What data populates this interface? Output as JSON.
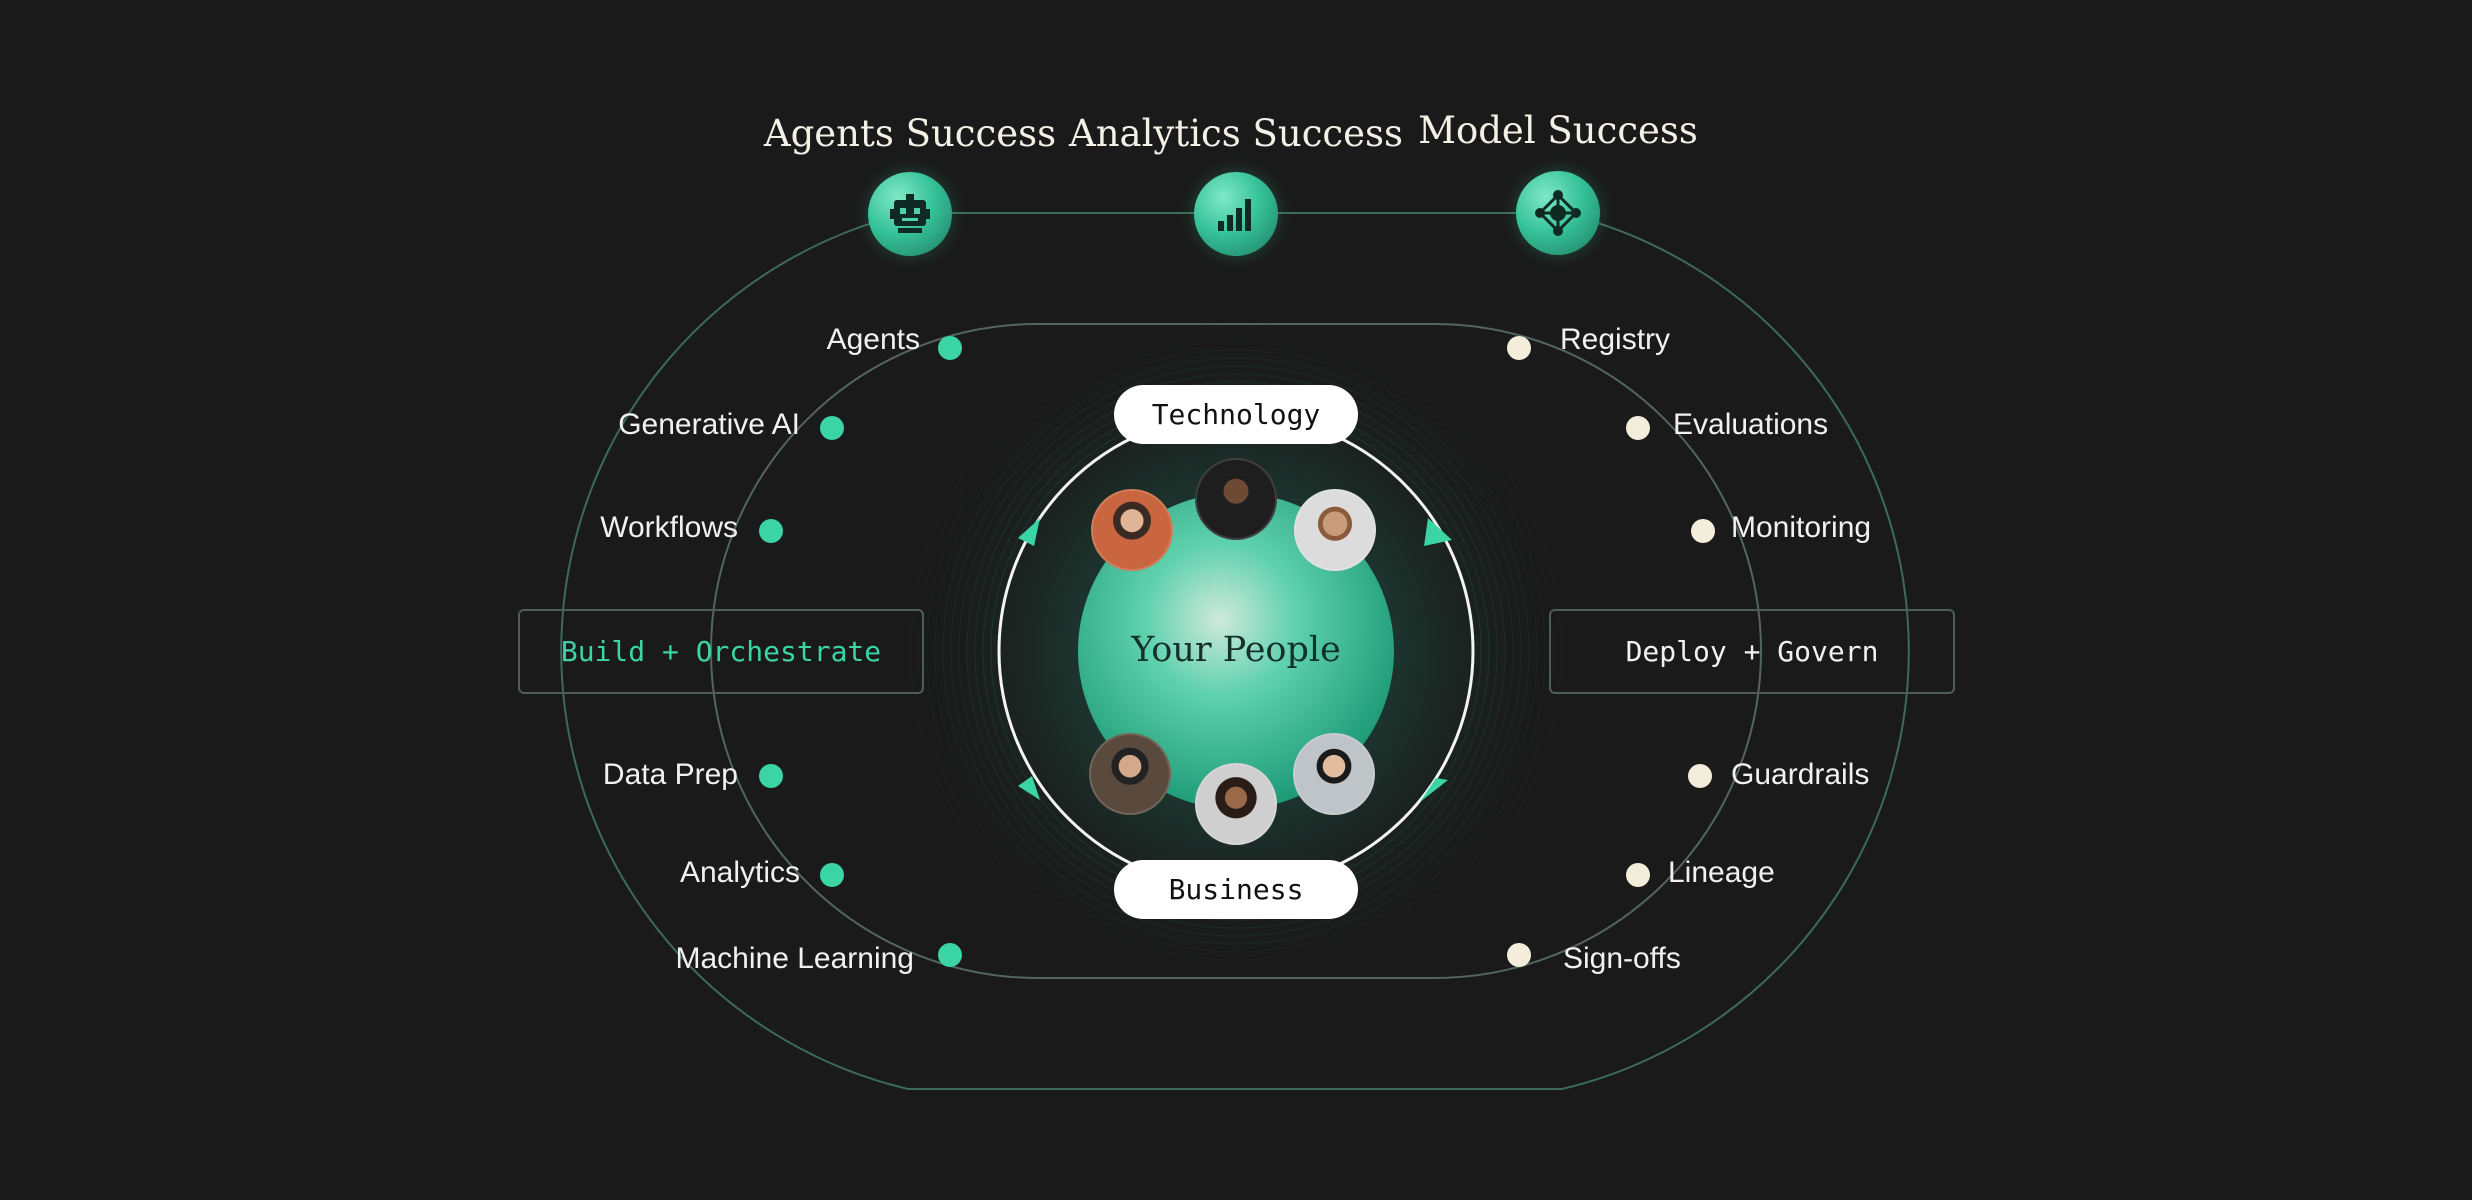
{
  "success": [
    {
      "title": "Agents Success",
      "icon": "robot-icon"
    },
    {
      "title": "Analytics Success",
      "icon": "signal-bars-icon"
    },
    {
      "title": "Model Success",
      "icon": "network-nodes-icon"
    }
  ],
  "left_items": [
    "Agents",
    "Generative AI",
    "Workflows",
    "Data Prep",
    "Analytics",
    "Machine Learning"
  ],
  "right_items": [
    "Registry",
    "Evaluations",
    "Monitoring",
    "Guardrails",
    "Lineage",
    "Sign-offs"
  ],
  "left_box": "Build + Orchestrate",
  "right_box": "Deploy + Govern",
  "top_pill": "Technology",
  "bottom_pill": "Business",
  "center": "Your People",
  "colors": {
    "background": "#1a1a1a",
    "accent": "#3ad4a5",
    "cream_dot": "#f3eedc",
    "track": "#4d5e58"
  }
}
